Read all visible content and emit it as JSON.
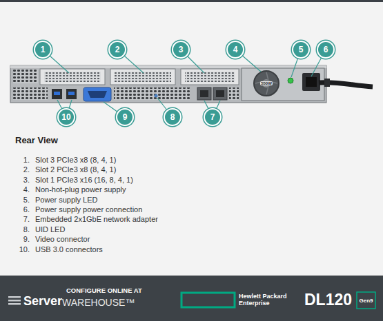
{
  "diagram": {
    "title": "Rear View",
    "nodes": [
      {
        "text": [
          "1"
        ]
      },
      {
        "text": [
          "2"
        ]
      },
      {
        "text": [
          "3"
        ]
      },
      {
        "text": [
          "4"
        ]
      },
      {
        "text": [
          "5"
        ]
      },
      {
        "text": [
          "6"
        ]
      },
      {
        "text": [
          "10"
        ]
      },
      {
        "text": [
          "9"
        ]
      },
      {
        "text": [
          "8"
        ]
      },
      {
        "text": [
          "7"
        ]
      }
    ],
    "labels": [
      "550W",
      "1.",
      "Slot 3 PCIe3 x8 (8, 4, 1)",
      "2.",
      "Slot 2 PCIe3 x8 (8, 4, 1)",
      "3.",
      "Slot 1 PCIe3 x16 (16, 8, 4, 1)",
      "4.",
      "Non-hot-plug power supply",
      "5.",
      "Power supply LED",
      "6.",
      "Power supply power connection",
      "7.",
      "Embedded 2x1GbE network adapter",
      "8.",
      "UID LED",
      "9.",
      "Video connector",
      "10.",
      "USB 3.0 connectors",
      "CONFIGURE ONLINE AT",
      "Server",
      "WAREHOUSE™",
      "Hewlett Packard Enterprise",
      "DL120",
      "Gen9"
    ]
  }
}
